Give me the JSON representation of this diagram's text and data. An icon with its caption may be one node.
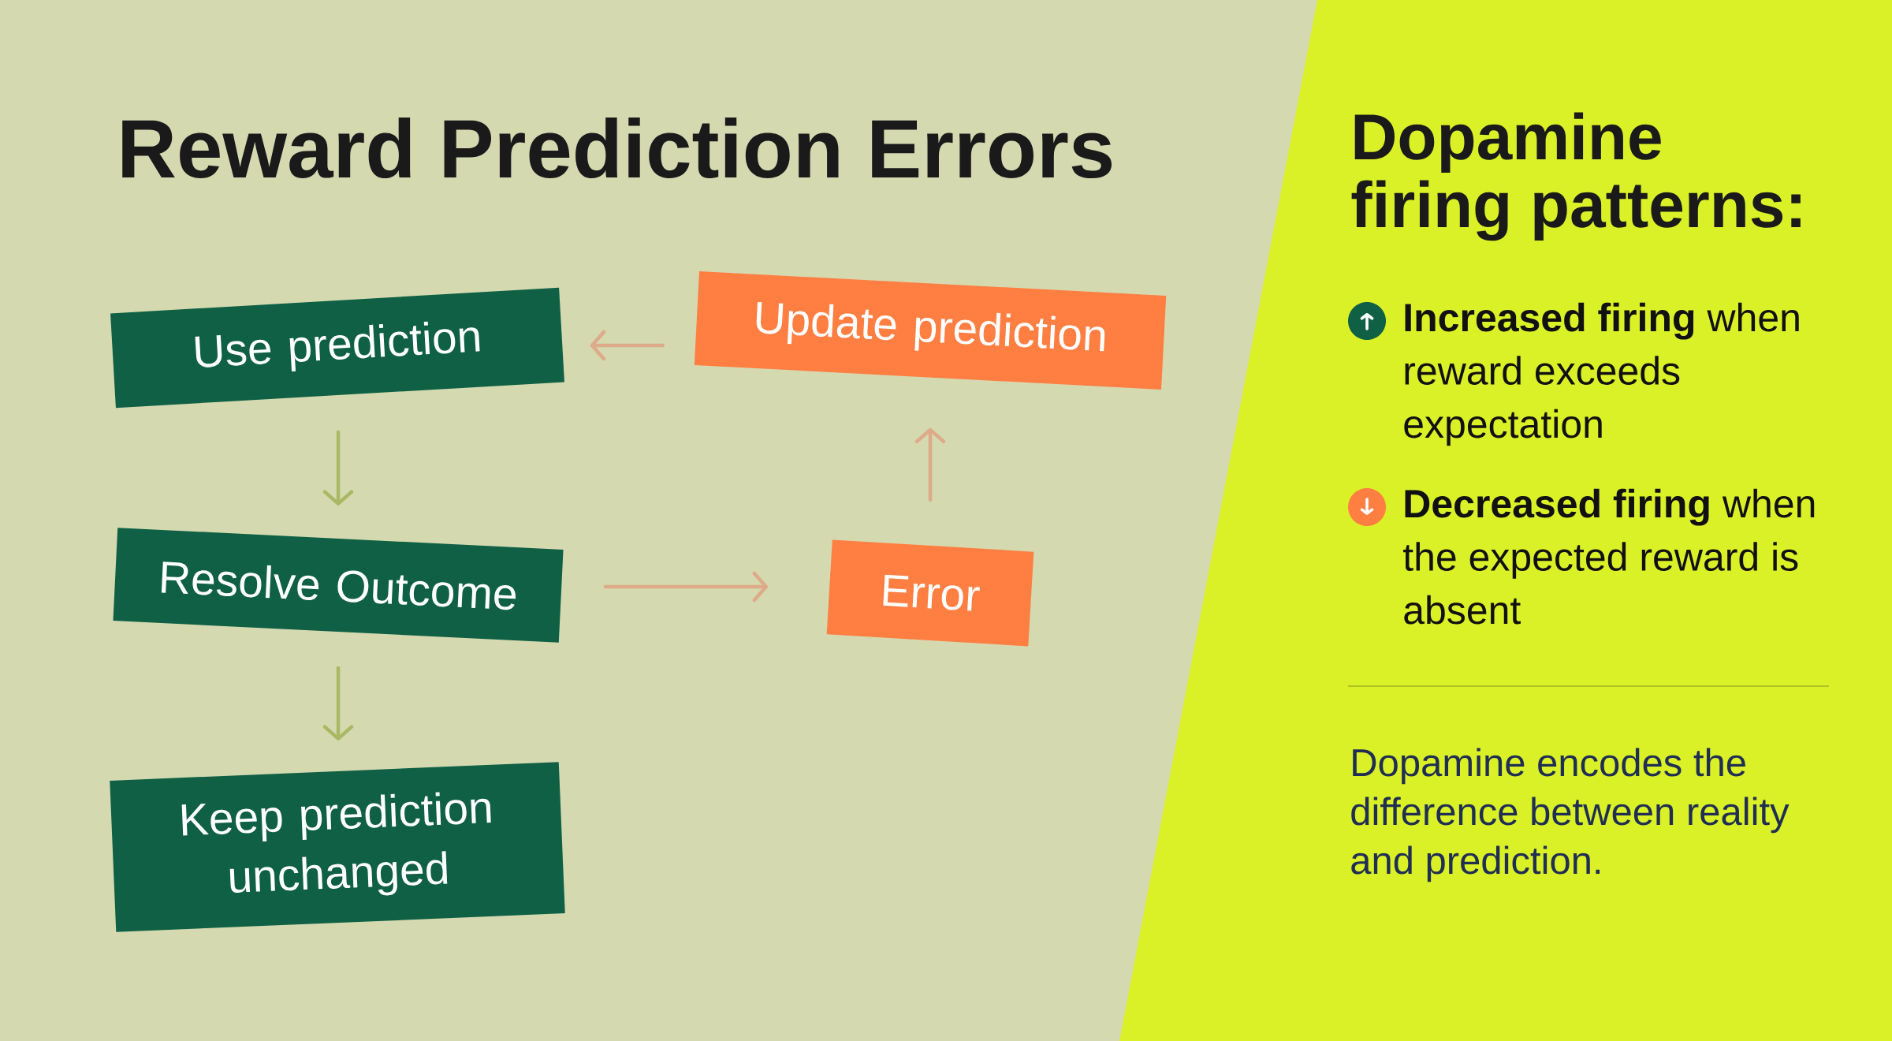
{
  "diagram": {
    "title": "Reward Prediction Errors",
    "nodes": [
      {
        "text": [
          "Use prediction"
        ]
      },
      {
        "text": [
          "Update prediction"
        ]
      },
      {
        "text": [
          "Resolve Outcome"
        ]
      },
      {
        "text": [
          "Error"
        ]
      },
      {
        "text": [
          "Keep prediction unchanged"
        ]
      }
    ],
    "edges": [
      {
        "from": 1,
        "to": 0,
        "arrow": "to"
      },
      {
        "from": 0,
        "to": 2,
        "arrow": "to",
        "color": "#a9b862"
      },
      {
        "from": 2,
        "to": 3,
        "arrow": "to"
      },
      {
        "from": 2,
        "to": 4,
        "arrow": "to",
        "color": "#a9b862"
      },
      {
        "from": 3,
        "to": 1,
        "arrow": "to"
      }
    ],
    "labels": [
      "Dopamine firing patterns:",
      "**Increased firing** when reward exceeds expectation",
      "**Decreased firing** when the expected reward is absent",
      "Dopamine encodes the difference between reality and prediction."
    ]
  }
}
